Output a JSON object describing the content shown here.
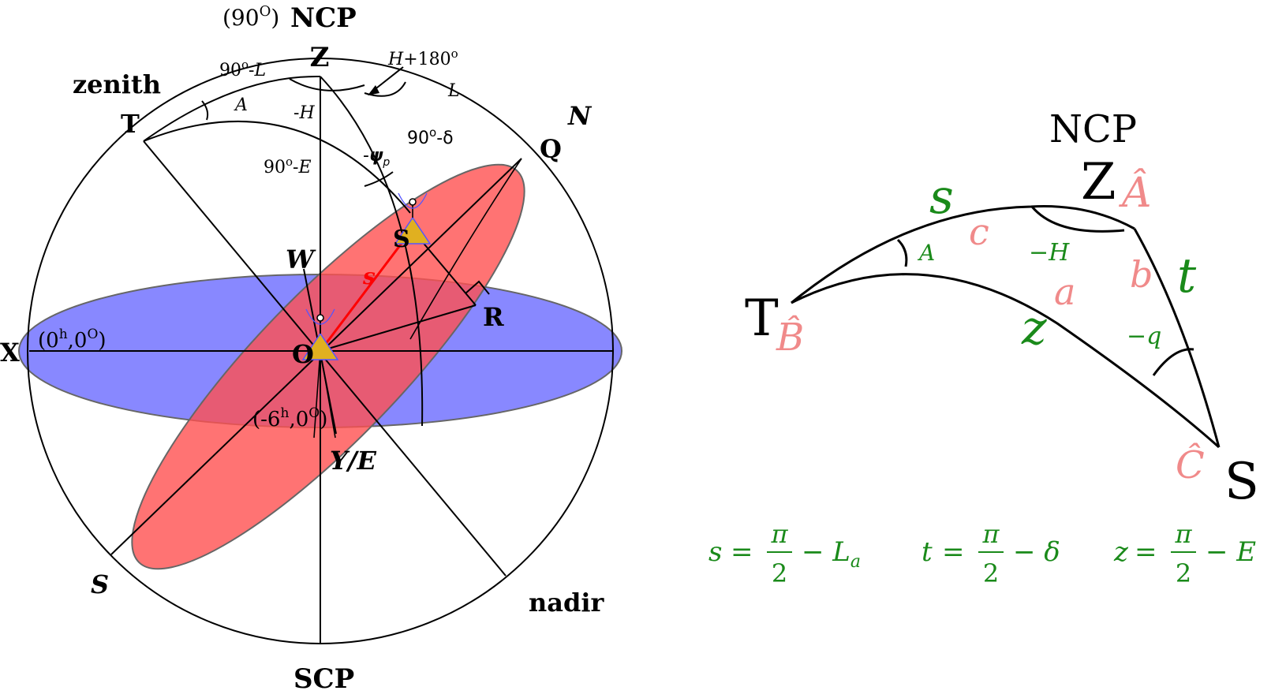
{
  "colors": {
    "equator_disc": "#8888ff",
    "ecliptic_disc": "#ff6b6b",
    "radius_line": "#ff0000",
    "observer_marker": "#e0b020",
    "green_text": "#1a8a1a",
    "pink_text": "#f08a8a"
  },
  "sphere": {
    "top_pole": {
      "prefix": "(90",
      "prefix_sup": "O",
      "prefix_close": ")",
      "name": "NCP"
    },
    "zenith_label": "zenith",
    "bottom_pole": "SCP",
    "nadir_label": "nadir",
    "Z": "Z",
    "T": "T",
    "Q": "Q",
    "N": "N",
    "X": "X",
    "O": "O",
    "R": "R",
    "W": "W",
    "S_ecl": "S",
    "S_sat": "S",
    "YE": "Y/E",
    "s_radius": "s",
    "angle_A": "A",
    "angle_90L": {
      "num": "90",
      "sup": "o",
      "dash": "-",
      "var": "L"
    },
    "angle_minusH": {
      "dash": "-",
      "var": "H"
    },
    "angle_H180": {
      "var": "H",
      "rest": "+180",
      "sup": "o"
    },
    "angle_L": "L",
    "angle_90delta": {
      "num": "90",
      "sup": "o",
      "rest": "-δ"
    },
    "angle_90E": {
      "num": "90",
      "sup": "o",
      "dash": "-",
      "var": "E"
    },
    "angle_psi": {
      "dash": "-",
      "var": "ψ",
      "sub": "p"
    },
    "coord_x": {
      "open": "(0",
      "sup_h": "h",
      "mid": ",0",
      "sup_o": "O",
      "close": ")"
    },
    "coord_y": {
      "open": "(-6",
      "sup_h": "h",
      "mid": ",0",
      "sup_o": "O",
      "close": ")"
    }
  },
  "triangle": {
    "ncp": "NCP",
    "Z": "Z",
    "T": "T",
    "S": "S",
    "A_hat": "Â",
    "B_hat": "B̂",
    "C_hat": "Ĉ",
    "side_s": "s",
    "side_t": "t",
    "side_z": "z",
    "side_a": "a",
    "side_b": "b",
    "side_c": "c",
    "angle_A": "A",
    "angle_minusH": "−H",
    "angle_minusq": "−q"
  },
  "formulas": [
    {
      "lhs": "s",
      "num": "π",
      "den": "2",
      "rhs": "− L",
      "sub": "a"
    },
    {
      "lhs": "t",
      "num": "π",
      "den": "2",
      "rhs": "− δ",
      "sub": ""
    },
    {
      "lhs": "z",
      "num": "π",
      "den": "2",
      "rhs": "− E",
      "sub": ""
    }
  ]
}
